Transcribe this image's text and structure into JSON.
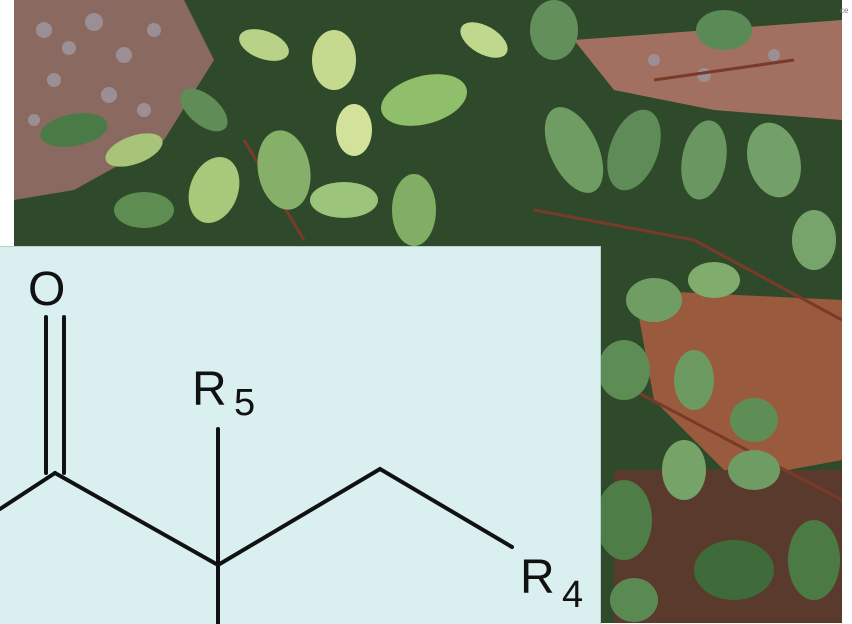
{
  "colors": {
    "panel_background": "#d9eff0",
    "bond_color": "#111111",
    "foliage_dark": "#3f6b3a",
    "foliage_light": "#a9c97a",
    "soil": "#9a5a3e",
    "gravel": "#8a7f86"
  },
  "icons": {
    "photo": "plant-leaves-photo"
  },
  "edge_text": "ce",
  "structure": {
    "atoms": {
      "oxygen": "O",
      "r5_main": "R",
      "r5_sub": "5",
      "r4_main": "R",
      "r4_sub": "4"
    }
  }
}
